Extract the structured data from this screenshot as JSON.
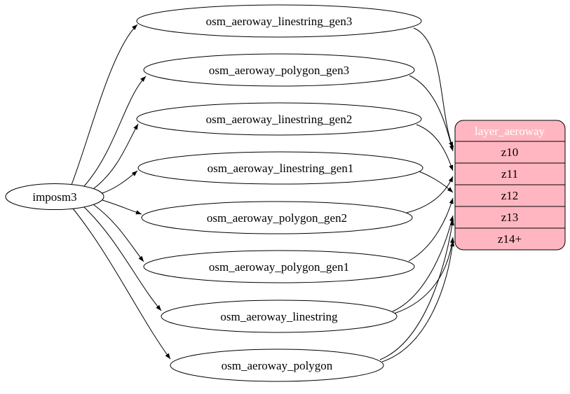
{
  "diagram": {
    "type": "etl-graph",
    "source_node": {
      "id": "imposm3",
      "label": "imposm3"
    },
    "table_nodes": [
      {
        "id": "osm_aeroway_linestring_gen3",
        "label": "osm_aeroway_linestring_gen3"
      },
      {
        "id": "osm_aeroway_polygon_gen3",
        "label": "osm_aeroway_polygon_gen3"
      },
      {
        "id": "osm_aeroway_linestring_gen2",
        "label": "osm_aeroway_linestring_gen2"
      },
      {
        "id": "osm_aeroway_linestring_gen1",
        "label": "osm_aeroway_linestring_gen1"
      },
      {
        "id": "osm_aeroway_polygon_gen2",
        "label": "osm_aeroway_polygon_gen2"
      },
      {
        "id": "osm_aeroway_polygon_gen1",
        "label": "osm_aeroway_polygon_gen1"
      },
      {
        "id": "osm_aeroway_linestring",
        "label": "osm_aeroway_linestring"
      },
      {
        "id": "osm_aeroway_polygon",
        "label": "osm_aeroway_polygon"
      }
    ],
    "layer_node": {
      "id": "layer_aeroway",
      "title": "layer_aeroway",
      "rows": [
        {
          "label": "z10"
        },
        {
          "label": "z11"
        },
        {
          "label": "z12"
        },
        {
          "label": "z13"
        },
        {
          "label": "z14+"
        }
      ],
      "fill_color": "#ffb6c1",
      "border_color": "#000000",
      "title_text_color": "#ffffff",
      "row_text_color": "#000000"
    },
    "node_style": {
      "ellipse_fill": "#ffffff",
      "stroke_color": "#000000",
      "edge_color": "#000000",
      "background": "#ffffff"
    },
    "edges": [
      {
        "from": "imposm3",
        "to": "osm_aeroway_linestring_gen3"
      },
      {
        "from": "imposm3",
        "to": "osm_aeroway_polygon_gen3"
      },
      {
        "from": "imposm3",
        "to": "osm_aeroway_linestring_gen2"
      },
      {
        "from": "imposm3",
        "to": "osm_aeroway_linestring_gen1"
      },
      {
        "from": "imposm3",
        "to": "osm_aeroway_polygon_gen2"
      },
      {
        "from": "imposm3",
        "to": "osm_aeroway_polygon_gen1"
      },
      {
        "from": "imposm3",
        "to": "osm_aeroway_linestring"
      },
      {
        "from": "imposm3",
        "to": "osm_aeroway_polygon"
      },
      {
        "from": "osm_aeroway_linestring_gen3",
        "to": "layer_aeroway:z10"
      },
      {
        "from": "osm_aeroway_polygon_gen3",
        "to": "layer_aeroway:z10"
      },
      {
        "from": "osm_aeroway_linestring_gen2",
        "to": "layer_aeroway:z11"
      },
      {
        "from": "osm_aeroway_polygon_gen2",
        "to": "layer_aeroway:z11"
      },
      {
        "from": "osm_aeroway_linestring_gen1",
        "to": "layer_aeroway:z12"
      },
      {
        "from": "osm_aeroway_polygon_gen1",
        "to": "layer_aeroway:z12"
      },
      {
        "from": "osm_aeroway_linestring",
        "to": "layer_aeroway:z13"
      },
      {
        "from": "osm_aeroway_linestring",
        "to": "layer_aeroway:z14+"
      },
      {
        "from": "osm_aeroway_polygon",
        "to": "layer_aeroway:z13"
      },
      {
        "from": "osm_aeroway_polygon",
        "to": "layer_aeroway:z14+"
      }
    ]
  }
}
